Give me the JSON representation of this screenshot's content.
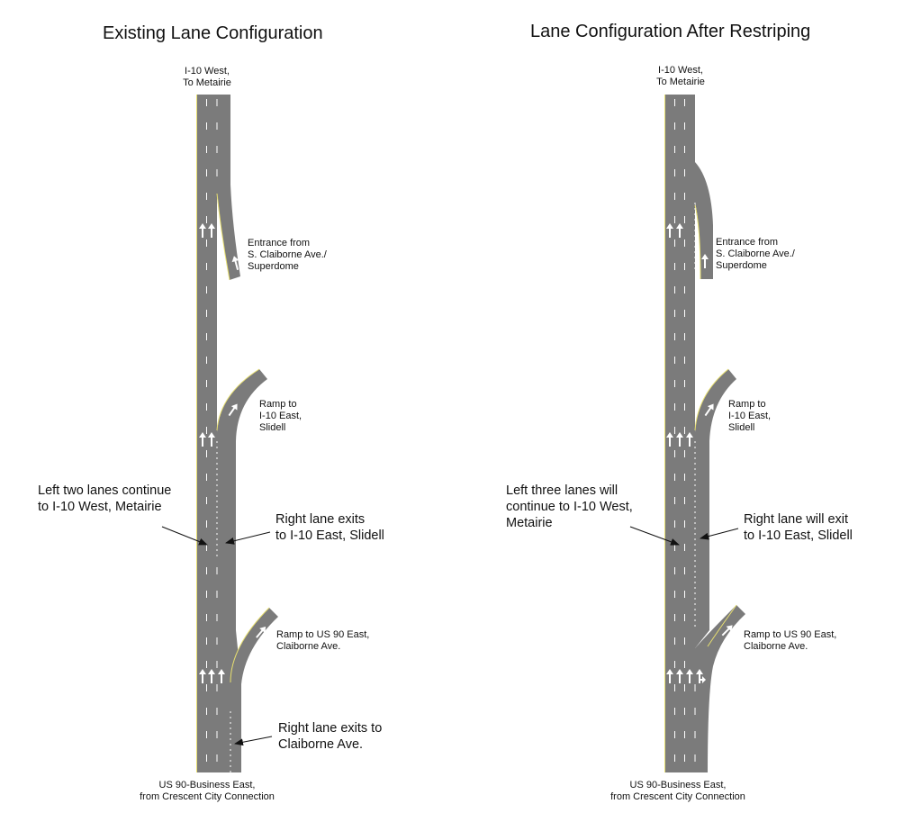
{
  "colors": {
    "road": "#7b7b7b",
    "edge": "#e8e070",
    "marking": "#ffffff",
    "text": "#111111"
  },
  "left": {
    "title": "Existing Lane Configuration",
    "top_label": "I-10 West,\nTo Metairie",
    "entrance_label": "Entrance from\nS. Claiborne Ave./\nSuperdome",
    "ramp_i10_label": "Ramp to\nI-10 East,\nSlidell",
    "callout_left": "Left two lanes continue\nto I-10 West, Metairie",
    "callout_right": "Right lane exits\nto I-10 East, Slidell",
    "ramp_us90_label": "Ramp to US 90 East,\nClaiborne Ave.",
    "callout_bottom": "Right lane exits to\nClaiborne Ave.",
    "bottom_label": "US 90-Business East,\nfrom Crescent City Connection"
  },
  "right": {
    "title": "Lane Configuration After Restriping",
    "top_label": "I-10 West,\nTo Metairie",
    "entrance_label": "Entrance from\nS. Claiborne Ave./\nSuperdome",
    "ramp_i10_label": "Ramp to\nI-10 East,\nSlidell",
    "callout_left": "Left three lanes will\ncontinue to I-10 West,\nMetairie",
    "callout_right": "Right lane will exit\nto I-10 East, Slidell",
    "ramp_us90_label": "Ramp to US 90 East,\nClaiborne Ave.",
    "bottom_label": "US 90-Business East,\nfrom Crescent City Connection"
  }
}
